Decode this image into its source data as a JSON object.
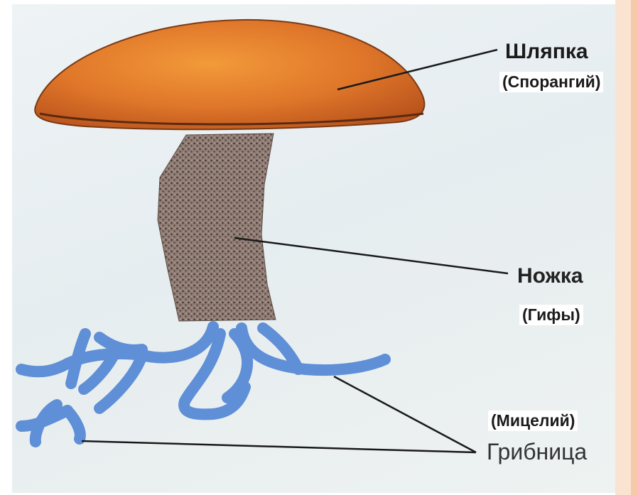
{
  "labels": {
    "cap_title": "Шляпка",
    "cap_sub": "(Спорангий)",
    "stem_title": "Ножка",
    "stem_sub": "(Гифы)",
    "mycelium_sub": "(Мицелий)",
    "mycelium_title": "Грибница"
  },
  "colors": {
    "cap": "#e8832e",
    "stem": "#7c6a62",
    "mycelium": "#5f8fd6",
    "leader_line": "#1a1a1a"
  }
}
